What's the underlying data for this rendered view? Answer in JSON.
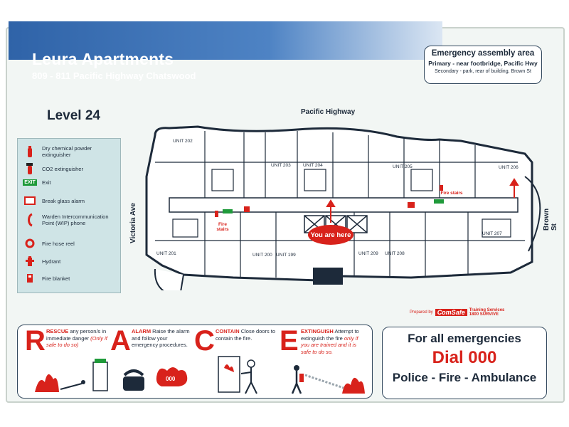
{
  "header": {
    "title": "Leura Apartments",
    "address": "809 - 811 Pacific Highway Chatswood"
  },
  "assembly": {
    "heading": "Emergency assembly area",
    "primary": "Primary - near footbridge, Pacific Hwy",
    "secondary": "Secondary - park, rear of building, Brown St"
  },
  "level": "Level 24",
  "legend": [
    {
      "icon": "fire-extinguisher-icon",
      "label": "Dry chemical powder extinguisher"
    },
    {
      "icon": "co2-extinguisher-icon",
      "label": "CO2 extinguisher"
    },
    {
      "icon": "exit-sign-icon",
      "label": "Exit",
      "badge": "EXIT"
    },
    {
      "icon": "break-glass-alarm-icon",
      "label": "Break glass alarm"
    },
    {
      "icon": "wip-phone-icon",
      "label": "Warden Intercommunication Point (WIP) phone"
    },
    {
      "icon": "fire-hose-reel-icon",
      "label": "Fire hose reel"
    },
    {
      "icon": "hydrant-icon",
      "label": "Hydrant"
    },
    {
      "icon": "fire-blanket-icon",
      "label": "Fire blanket"
    }
  ],
  "map": {
    "streets": {
      "top": "Pacific Highway",
      "left": "Victoria Ave",
      "right": "Brown St"
    },
    "units": [
      "UNIT 202",
      "UNIT 203",
      "UNIT 204",
      "UNIT 205",
      "UNIT 206",
      "UNIT 201",
      "UNIT 200",
      "UNIT 199",
      "UNIT 209",
      "UNIT 208",
      "UNIT 207"
    ],
    "fire_stairs": "Fire stairs",
    "you_are_here": "You are here",
    "exit_badge": "EXIT"
  },
  "credit": {
    "prepared": "Prepared by",
    "brand": "ComSafe",
    "service": "Training Services",
    "phone": "1800 SURVIVE"
  },
  "race": [
    {
      "letter": "R",
      "keyword": "RESCUE",
      "text": " any person/s in immediate danger",
      "italic": "(Only if safe to do so)"
    },
    {
      "letter": "A",
      "keyword": "ALARM",
      "text": " Raise the alarm and follow your emergency procedures.",
      "italic": ""
    },
    {
      "letter": "C",
      "keyword": "CONTAIN",
      "text": " Close doors to contain the fire.",
      "italic": ""
    },
    {
      "letter": "E",
      "keyword": "EXTINGUISH",
      "text": " Attempt to extinguish the fire",
      "italic": "only if you are trained and it is safe to do so."
    }
  ],
  "race_phone_number": "000",
  "emergency": {
    "line1": "For all emergencies",
    "line2": "Dial 000",
    "line3": "Police - Fire - Ambulance"
  },
  "colors": {
    "accent_red": "#d8221b",
    "banner_blue": "#2f63a8",
    "legend_bg": "#cfe4e6",
    "exit_green": "#1f9a3a"
  }
}
